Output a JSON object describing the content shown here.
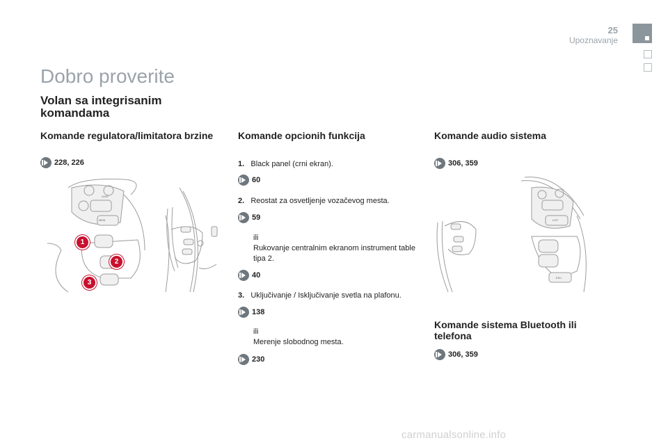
{
  "header": {
    "page_number": "25",
    "section": "Upoznavanje"
  },
  "title": "Dobro proverite",
  "subtitle": "Volan sa integrisanim komandama",
  "col1": {
    "heading": "Komande regulatora/limitatora brzine",
    "ref": "228, 226",
    "callouts": [
      "1",
      "2",
      "3"
    ],
    "wheel_labels": [
      "LIMIT",
      "MEM"
    ]
  },
  "col2": {
    "heading": "Komande opcionih funkcija",
    "items": [
      {
        "num": "1.",
        "text": "Black panel (crni ekran).",
        "ref": "60"
      },
      {
        "num": "2.",
        "text": "Reostat za osvetljenje vozačevog mesta.",
        "ref": "59"
      },
      {
        "alt": "ili",
        "text": "Rukovanje centralnim ekranom instrument table tipa 2.",
        "ref": "40"
      },
      {
        "num": "3.",
        "text": "Uključivanje / Isključivanje svetla na plafonu.",
        "ref": "138"
      },
      {
        "alt": "ili",
        "text": "Merenje slobodnog mesta.",
        "ref": "230"
      }
    ]
  },
  "col3": {
    "heading_audio": "Komande audio sistema",
    "ref_audio": "306, 359",
    "heading_bt": "Komande sistema Bluetooth ili telefona",
    "ref_bt": "306, 359",
    "wheel_labels": [
      "LIST",
      "ESC"
    ]
  },
  "footer": "carmanualsonline.info"
}
